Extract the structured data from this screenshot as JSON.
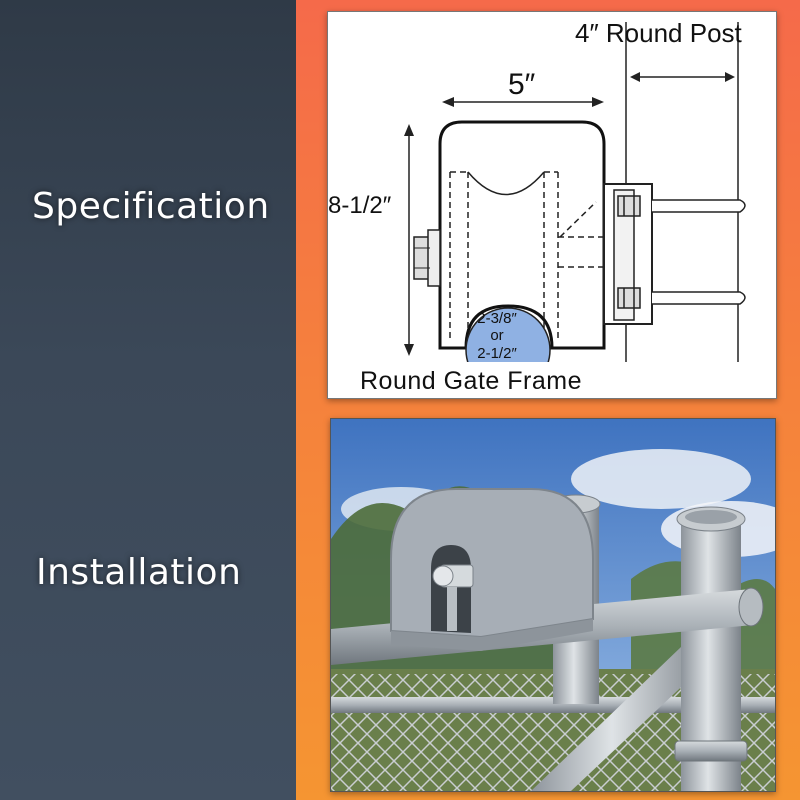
{
  "labels": {
    "specification": "Specification",
    "installation": "Installation"
  },
  "diagram": {
    "post_label": "4″ Round Post",
    "width_label": "5″",
    "height_label": "8-1/2″",
    "pipe_size_1": "2-3/8″",
    "pipe_size_or": "or",
    "pipe_size_2": "2-1/2″",
    "frame_label": "Round  Gate  Frame"
  },
  "colors": {
    "left_panel": "#3b4858",
    "right_panel_top": "#f56a4a",
    "right_panel_bottom": "#f59532",
    "pipe_highlight": "#8fb1e3",
    "hinge_gray": "#a7aeb6",
    "sky": "#4f80c9"
  }
}
